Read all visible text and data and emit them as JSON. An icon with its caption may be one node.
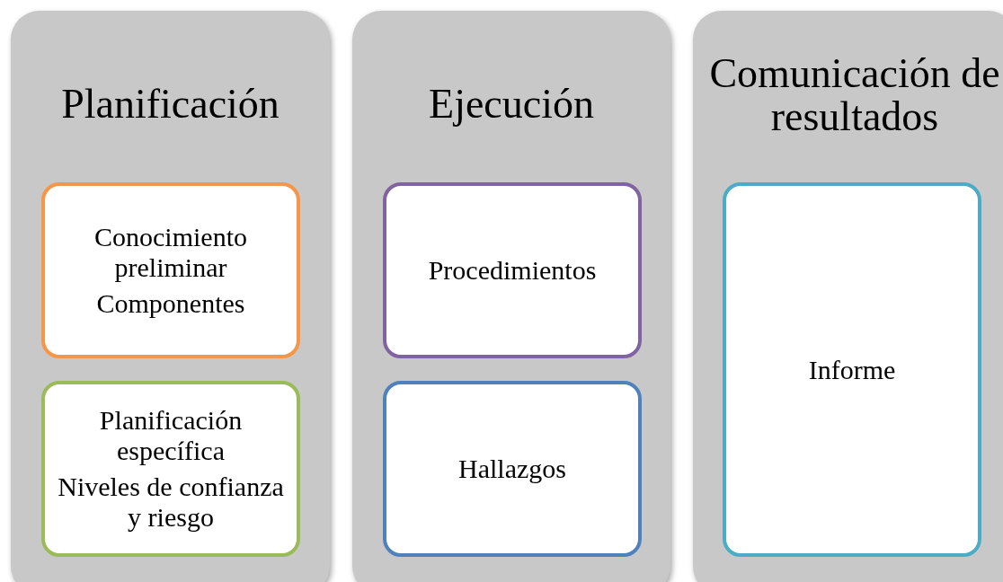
{
  "diagram": {
    "nodes": [
      {
        "text": [
          "Planificación"
        ]
      },
      {
        "text": [
          "Conocimiento preliminar",
          "Componentes"
        ],
        "in": 0
      },
      {
        "text": [
          "Planificación específica",
          "Niveles de confianza y riesgo"
        ],
        "in": 0
      },
      {
        "text": [
          "Ejecución"
        ]
      },
      {
        "text": [
          "Procedimientos"
        ],
        "in": 3
      },
      {
        "text": [
          "Hallazgos"
        ],
        "in": 3
      },
      {
        "text": [
          "Comunicación de resultados"
        ]
      },
      {
        "text": [
          "Informe"
        ],
        "in": 6
      }
    ]
  }
}
